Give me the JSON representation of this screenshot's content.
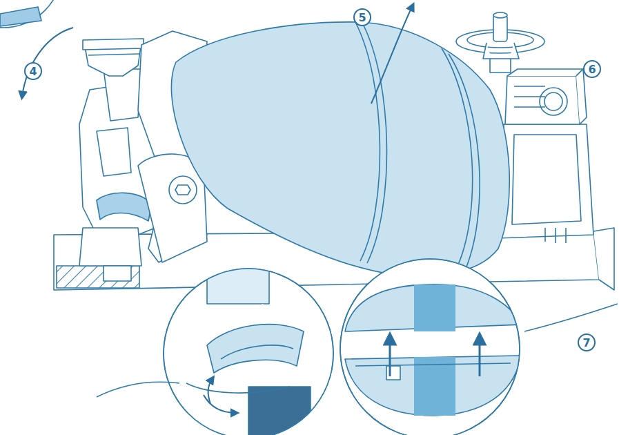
{
  "diagram": {
    "labels": [
      "4",
      "5",
      "6",
      "7"
    ]
  }
}
